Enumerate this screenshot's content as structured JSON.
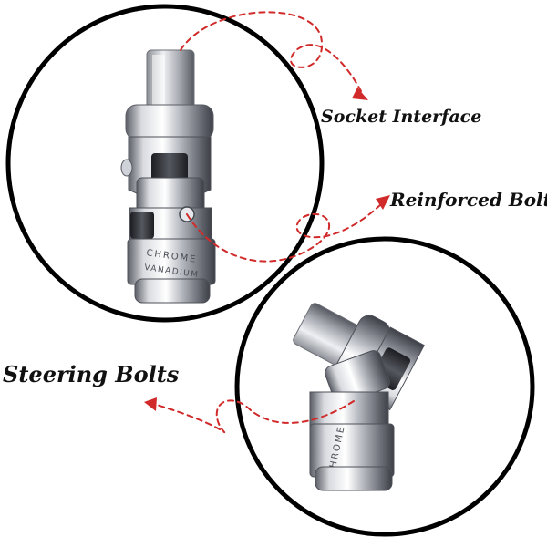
{
  "callouts": {
    "socket_interface": "Socket Interface",
    "reinforced_bolts": "Reinforced Bolts",
    "steering_bolts": "Steering Bolts"
  },
  "engraving": {
    "upper_line1": "CHROME",
    "upper_line2": "VANADIUM",
    "lower_line1": "CHROME"
  },
  "colors": {
    "circle_border": "#000000",
    "callout_arrow": "#d12a2a",
    "chrome_light": "#f2f2f4",
    "chrome_mid": "#b9bcc2",
    "chrome_dark": "#4a4d55"
  }
}
